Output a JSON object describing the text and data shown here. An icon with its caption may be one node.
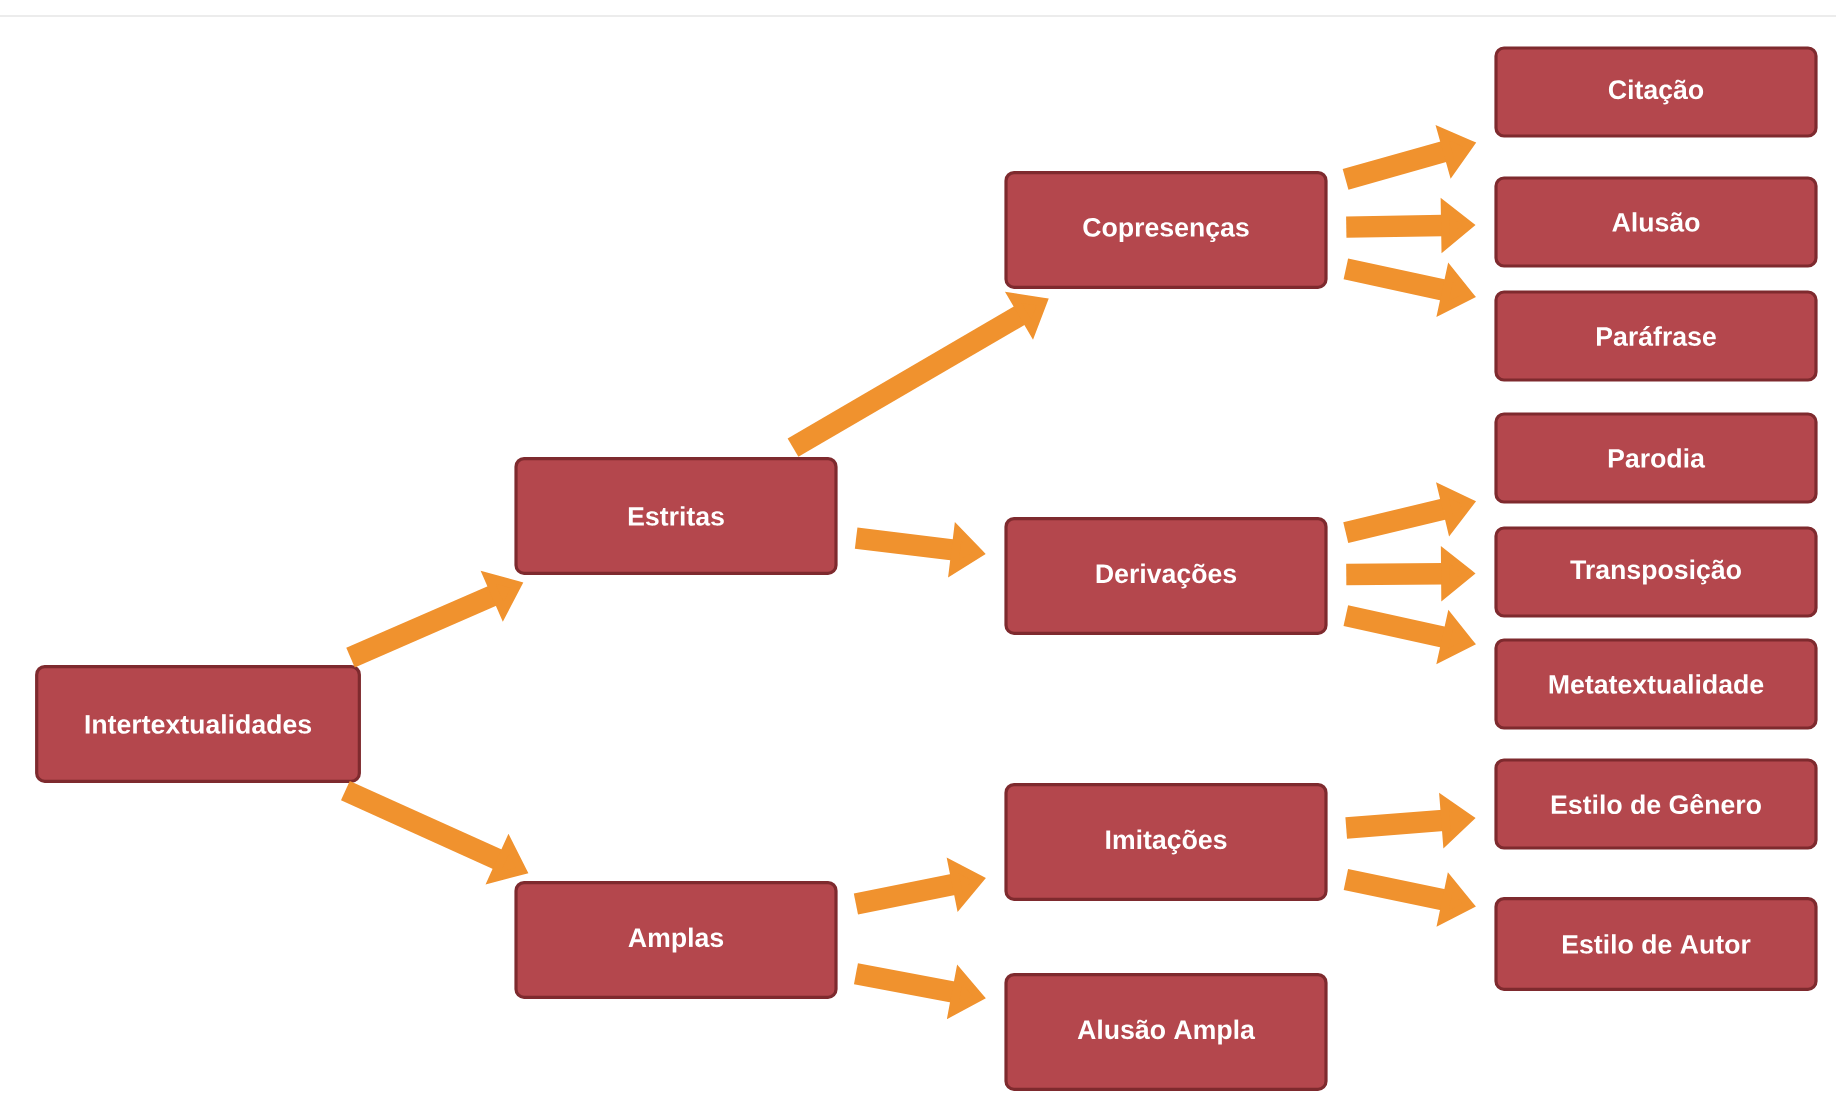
{
  "diagram": {
    "nodes": [
      {
        "text": [
          "Intertextualidades"
        ]
      },
      {
        "text": [
          "Estritas"
        ]
      },
      {
        "text": [
          "Amplas"
        ]
      },
      {
        "text": [
          "Copresenças"
        ]
      },
      {
        "text": [
          "Derivações"
        ]
      },
      {
        "text": [
          "Imitações"
        ]
      },
      {
        "text": [
          "Alusão Ampla"
        ]
      },
      {
        "text": [
          "Citação"
        ]
      },
      {
        "text": [
          "Alusão"
        ]
      },
      {
        "text": [
          "Paráfrase"
        ]
      },
      {
        "text": [
          "Parodia"
        ]
      },
      {
        "text": [
          "Transposição"
        ]
      },
      {
        "text": [
          "Metatextualidade"
        ]
      },
      {
        "text": [
          "Estilo de Gênero"
        ]
      },
      {
        "text": [
          "Estilo de Autor"
        ]
      }
    ],
    "edges": [
      {
        "from": 0,
        "to": 1,
        "arrow": "to"
      },
      {
        "from": 0,
        "to": 2,
        "arrow": "to"
      },
      {
        "from": 1,
        "to": 3,
        "arrow": "to"
      },
      {
        "from": 1,
        "to": 4,
        "arrow": "to"
      },
      {
        "from": 2,
        "to": 5,
        "arrow": "to"
      },
      {
        "from": 2,
        "to": 6,
        "arrow": "to"
      },
      {
        "from": 3,
        "to": 7,
        "arrow": "to"
      },
      {
        "from": 3,
        "to": 8,
        "arrow": "to"
      },
      {
        "from": 3,
        "to": 9,
        "arrow": "to"
      },
      {
        "from": 4,
        "to": 10,
        "arrow": "to"
      },
      {
        "from": 4,
        "to": 11,
        "arrow": "to"
      },
      {
        "from": 4,
        "to": 12,
        "arrow": "to"
      },
      {
        "from": 5,
        "to": 13,
        "arrow": "to"
      },
      {
        "from": 5,
        "to": 14,
        "arrow": "to"
      }
    ]
  }
}
